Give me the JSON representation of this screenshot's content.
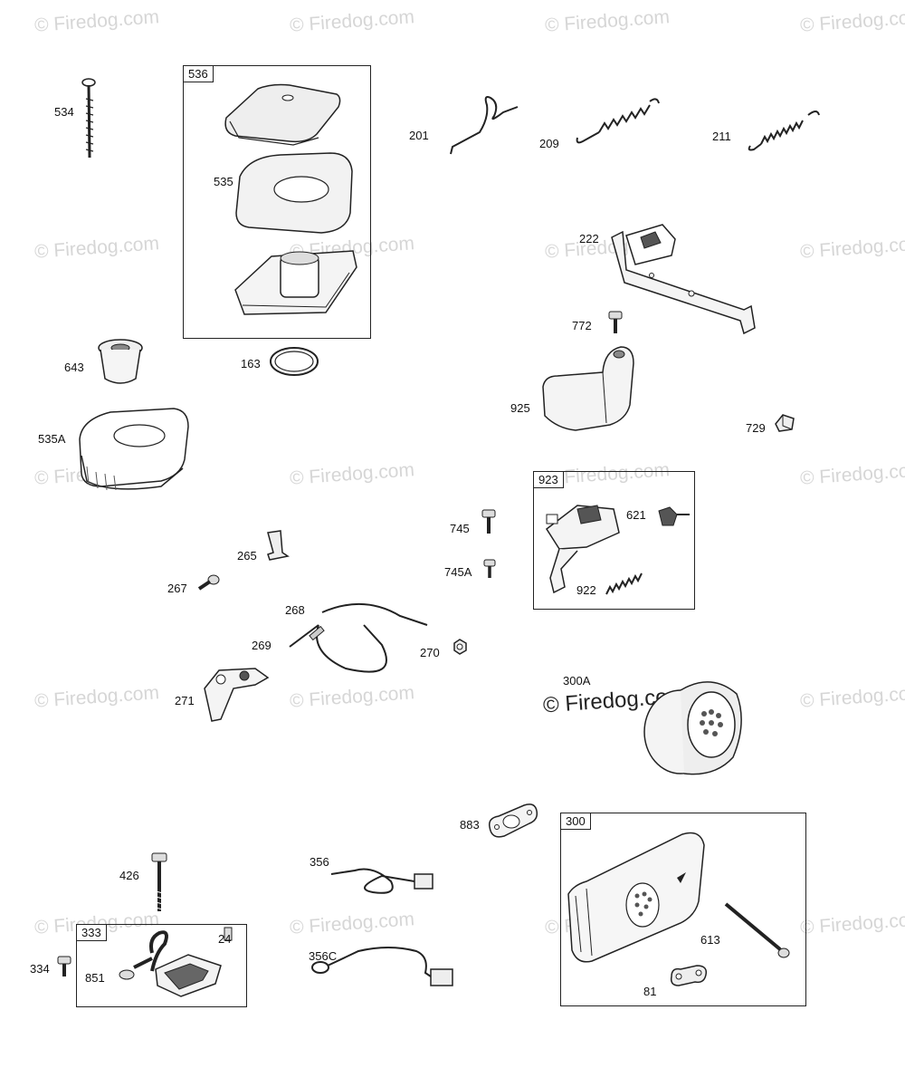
{
  "watermark": "© Firedog.com",
  "parts": {
    "p534": "534",
    "p536": "536",
    "p535": "535",
    "p163": "163",
    "p643": "643",
    "p535a": "535A",
    "p201": "201",
    "p209": "209",
    "p211": "211",
    "p222": "222",
    "p772": "772",
    "p925": "925",
    "p729": "729",
    "p923": "923",
    "p621": "621",
    "p922": "922",
    "p745": "745",
    "p745a": "745A",
    "p265": "265",
    "p267": "267",
    "p268": "268",
    "p269": "269",
    "p270": "270",
    "p271": "271",
    "p300a": "300A",
    "p883": "883",
    "p300": "300",
    "p613": "613",
    "p81": "81",
    "p426": "426",
    "p333": "333",
    "p24": "24",
    "p334": "334",
    "p851": "851",
    "p356": "356",
    "p356c": "356C"
  }
}
